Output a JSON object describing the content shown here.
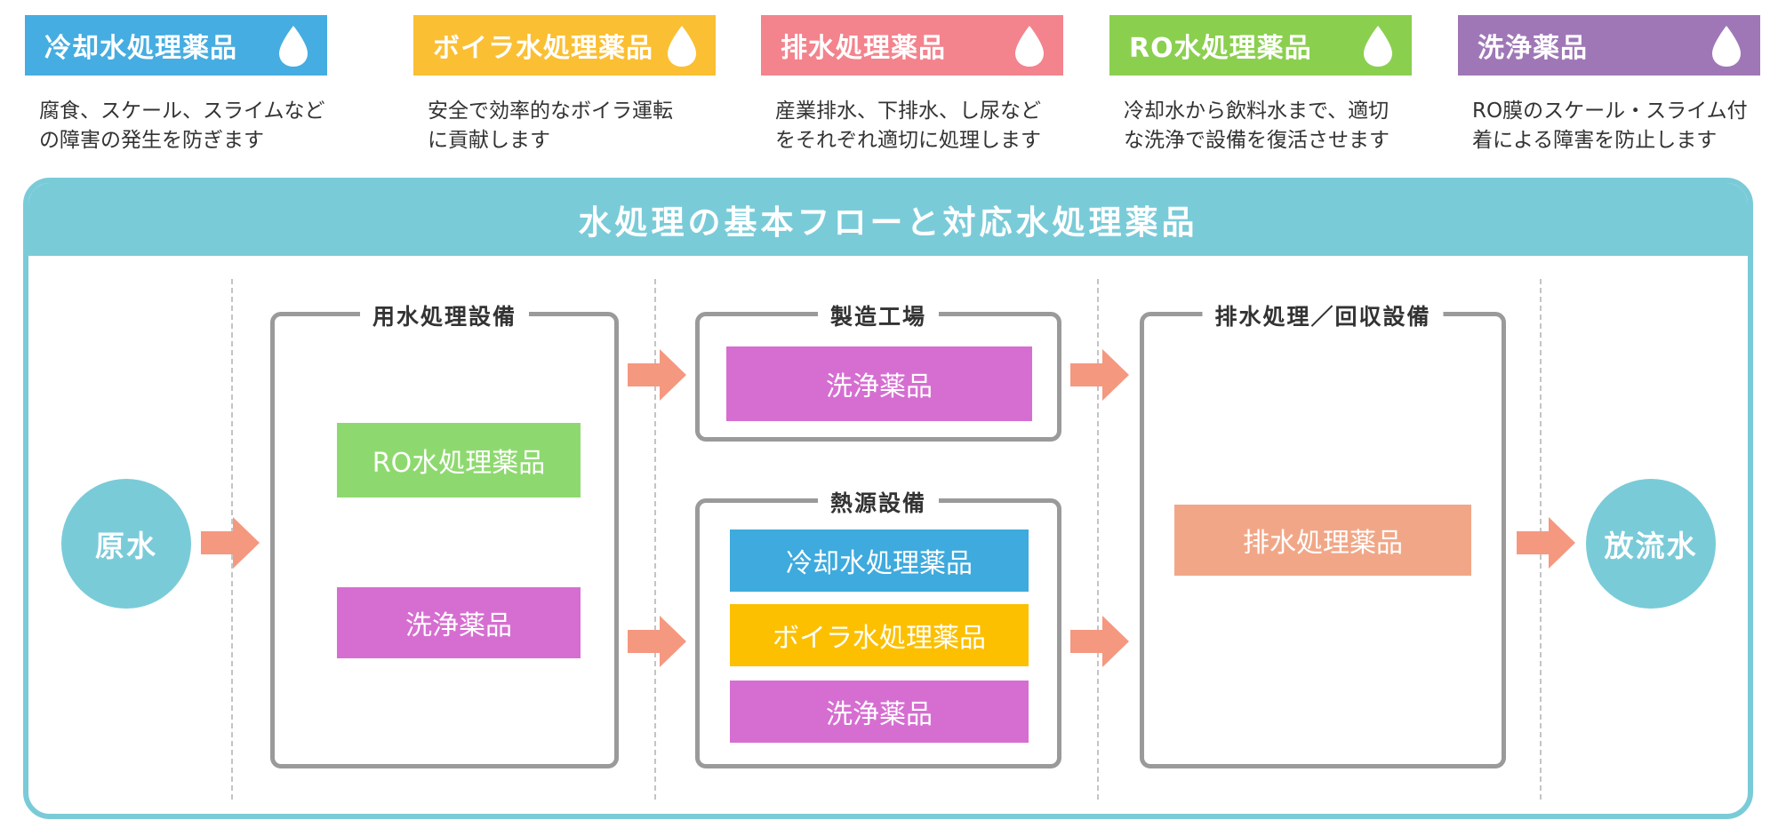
{
  "colors": {
    "cooling": "#45ade1",
    "boiler": "#fbbf33",
    "drainage": "#f3838d",
    "ro": "#8bcf4f",
    "cleaning": "#9f77b6",
    "cleaning_box": "#d66ed1",
    "ro_box": "#8ed96f",
    "cooling_box": "#3eaadd",
    "boiler_box": "#fcc000",
    "drainage_box": "#f1a787",
    "panel": "#7acbd8",
    "arrow": "#f59880",
    "frame": "#9a9a9a"
  },
  "legend": [
    {
      "label": "冷却水処理薬品",
      "color_key": "cooling",
      "icon": "water-drop-icon",
      "desc": "腐食、スケール、スライムなど\nの障害の発生を防ぎます"
    },
    {
      "label": "ボイラ水処理薬品",
      "color_key": "boiler",
      "icon": "water-drop-icon",
      "desc": "安全で効率的なボイラ運転\nに貢献します"
    },
    {
      "label": "排水処理薬品",
      "color_key": "drainage",
      "icon": "water-drop-icon",
      "desc": "産業排水、下排水、し尿など\nをそれぞれ適切に処理します"
    },
    {
      "label": "RO水処理薬品",
      "color_key": "ro",
      "icon": "water-drop-icon",
      "desc": "冷却水から飲料水まで、適切\nな洗浄で設備を復活させます"
    },
    {
      "label": "洗浄薬品",
      "color_key": "cleaning",
      "icon": "water-drop-icon",
      "desc": "RO膜のスケール・スライム付\n着による障害を防止します"
    }
  ],
  "panel": {
    "title": "水処理の基本フローと対応水処理薬品",
    "source": "原水",
    "outlet": "放流水",
    "facilities": {
      "water_treatment": {
        "label": "用水処理設備",
        "chemicals": [
          "RO水処理薬品",
          "洗浄薬品"
        ]
      },
      "factory": {
        "label": "製造工場",
        "chemicals": [
          "洗浄薬品"
        ]
      },
      "heat_source": {
        "label": "熱源設備",
        "chemicals": [
          "冷却水処理薬品",
          "ボイラ水処理薬品",
          "洗浄薬品"
        ]
      },
      "drainage": {
        "label": "排水処理／回収設備",
        "chemicals": [
          "排水処理薬品"
        ]
      }
    }
  }
}
